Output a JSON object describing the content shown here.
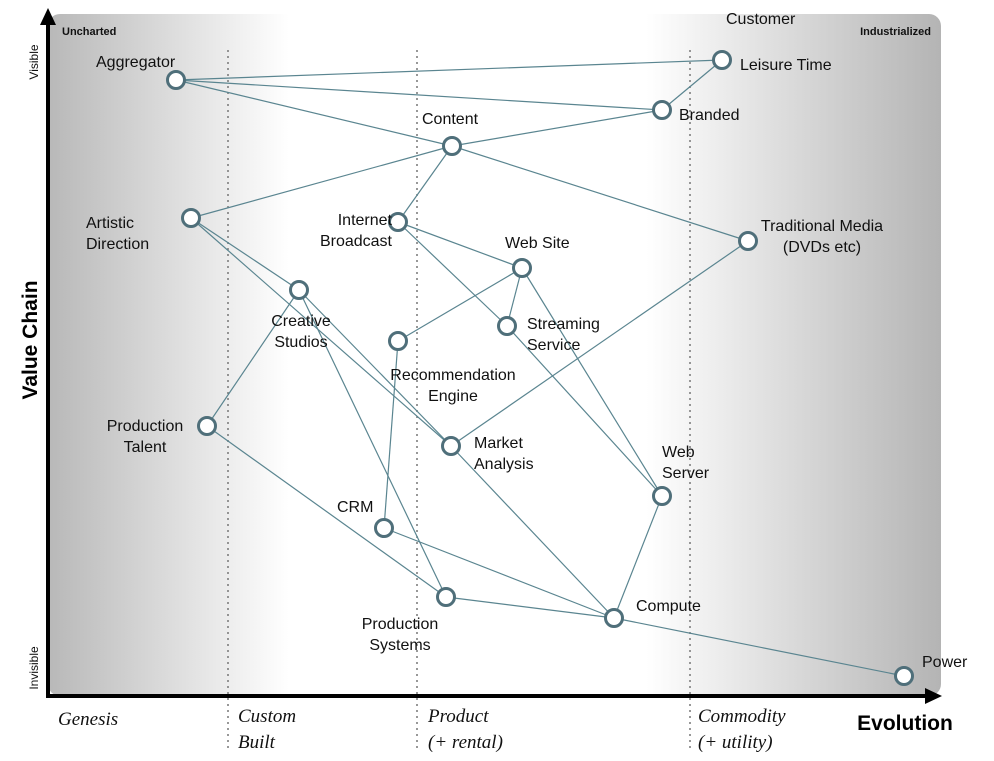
{
  "corners": {
    "left": "Uncharted",
    "right": "Industrialized"
  },
  "y_axis": {
    "title": "Value Chain",
    "top": "Visible",
    "bottom": "Invisible"
  },
  "x_axis": {
    "title": "Evolution",
    "stages": [
      {
        "lines": [
          "Genesis"
        ]
      },
      {
        "lines": [
          "Custom",
          "Built"
        ]
      },
      {
        "lines": [
          "Product",
          "(+ rental)"
        ]
      },
      {
        "lines": [
          "Commodity",
          "(+ utility)"
        ]
      }
    ]
  },
  "nodes": [
    {
      "id": "customer",
      "lines": [
        "Customer"
      ]
    },
    {
      "id": "leisure-time",
      "lines": [
        "Leisure Time"
      ]
    },
    {
      "id": "aggregator",
      "lines": [
        "Aggregator"
      ]
    },
    {
      "id": "branded",
      "lines": [
        "Branded"
      ]
    },
    {
      "id": "content",
      "lines": [
        "Content"
      ]
    },
    {
      "id": "artistic-direction",
      "lines": [
        "Artistic",
        "Direction"
      ]
    },
    {
      "id": "internet-broadcast",
      "lines": [
        "Internet",
        "Broadcast"
      ]
    },
    {
      "id": "traditional-media",
      "lines": [
        "Traditional Media",
        "(DVDs etc)"
      ]
    },
    {
      "id": "web-site",
      "lines": [
        "Web Site"
      ]
    },
    {
      "id": "creative-studios",
      "lines": [
        "Creative",
        "Studios"
      ]
    },
    {
      "id": "streaming-service",
      "lines": [
        "Streaming",
        "Service"
      ]
    },
    {
      "id": "recommendation-engine",
      "lines": [
        "Recommendation",
        "Engine"
      ]
    },
    {
      "id": "production-talent",
      "lines": [
        "Production",
        "Talent"
      ]
    },
    {
      "id": "market-analysis",
      "lines": [
        "Market",
        "Analysis"
      ]
    },
    {
      "id": "web-server",
      "lines": [
        "Web",
        "Server"
      ]
    },
    {
      "id": "crm",
      "lines": [
        "CRM"
      ]
    },
    {
      "id": "production-systems",
      "lines": [
        "Production",
        "Systems"
      ]
    },
    {
      "id": "compute",
      "lines": [
        "Compute"
      ]
    },
    {
      "id": "power",
      "lines": [
        "Power"
      ]
    }
  ],
  "edges": [
    [
      "leisure-time",
      "branded"
    ],
    [
      "aggregator",
      "leisure-time"
    ],
    [
      "aggregator",
      "branded"
    ],
    [
      "aggregator",
      "content"
    ],
    [
      "content",
      "branded"
    ],
    [
      "content",
      "artistic-direction"
    ],
    [
      "content",
      "internet-broadcast"
    ],
    [
      "content",
      "traditional-media"
    ],
    [
      "internet-broadcast",
      "web-site"
    ],
    [
      "internet-broadcast",
      "streaming-service"
    ],
    [
      "web-site",
      "streaming-service"
    ],
    [
      "web-site",
      "recommendation-engine"
    ],
    [
      "web-site",
      "web-server"
    ],
    [
      "streaming-service",
      "web-server"
    ],
    [
      "artistic-direction",
      "creative-studios"
    ],
    [
      "artistic-direction",
      "market-analysis"
    ],
    [
      "creative-studios",
      "production-talent"
    ],
    [
      "creative-studios",
      "production-systems"
    ],
    [
      "creative-studios",
      "market-analysis"
    ],
    [
      "recommendation-engine",
      "crm"
    ],
    [
      "traditional-media",
      "market-analysis"
    ],
    [
      "market-analysis",
      "compute"
    ],
    [
      "production-talent",
      "production-systems"
    ],
    [
      "crm",
      "compute"
    ],
    [
      "production-systems",
      "compute"
    ],
    [
      "web-server",
      "compute"
    ],
    [
      "compute",
      "power"
    ]
  ]
}
